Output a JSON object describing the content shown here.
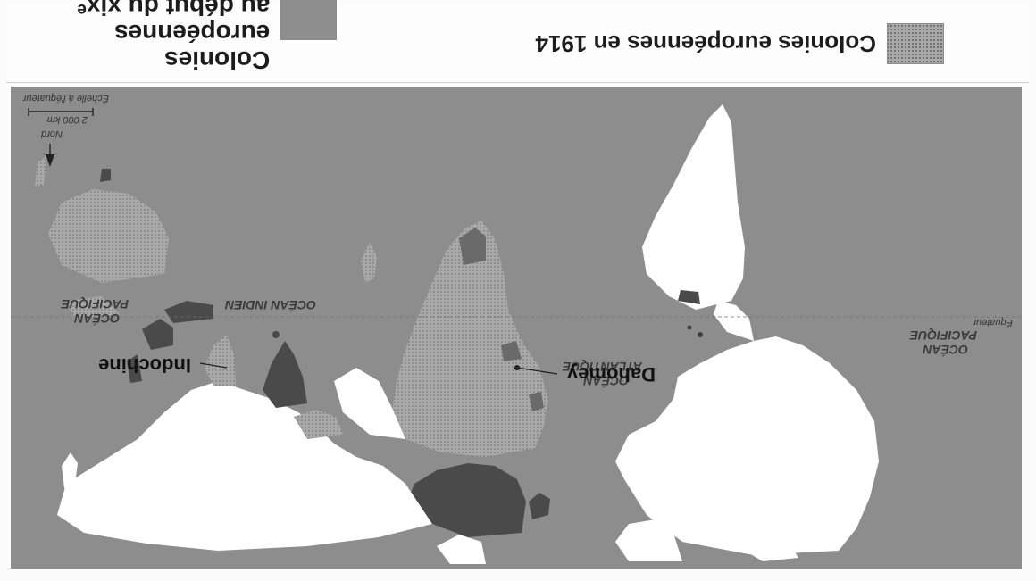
{
  "legend": {
    "early_line1": "Colonies européennes",
    "early_line2": "au début du xixᵉ siècle",
    "colonies_1914": "Colonies européennes en 1914"
  },
  "map": {
    "labels": {
      "pacific_west_1": "OCÉAN",
      "pacific_west_2": "PACIFIQUE",
      "pacific_east_1": "OCÉAN",
      "pacific_east_2": "PACIFIQUE",
      "atlantic_1": "OCÉAN",
      "atlantic_2": "ATLANTIQUE",
      "indian": "OCÉAN INDIEN",
      "equator": "Équateur",
      "north": "Nord",
      "scale_value": "2 000 km",
      "scale_note": "Échelle à l'équateur"
    },
    "places": {
      "indochina": "Indochine",
      "dahomey": "Dahomey"
    }
  },
  "colors": {
    "ocean": "#8d8d8d",
    "land_free": "#ffffff",
    "early_colonies": "#8e8e8e",
    "colonies_1914": "#a9a9a9",
    "dark_colonies": "#4a4a4a"
  }
}
